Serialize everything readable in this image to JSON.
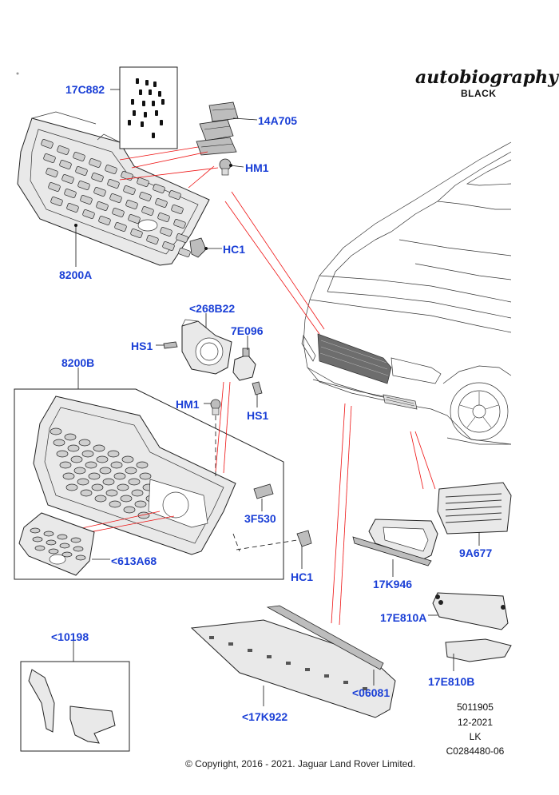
{
  "brand": {
    "logo_text": "autobiography",
    "logo_sub": "BLACK"
  },
  "callouts": {
    "c17C882": "17C882",
    "c14A705": "14A705",
    "cHM1_top": "HM1",
    "cHC1_top": "HC1",
    "c8200A": "8200A",
    "c268B22": "<268B22",
    "c7E096": "7E096",
    "cHS1_left": "HS1",
    "cHS1_right": "HS1",
    "c8200B": "8200B",
    "cHM1_mid": "HM1",
    "c3F530": "3F530",
    "c613A68": "<613A68",
    "cHC1_bottom": "HC1",
    "c10198": "<10198",
    "c17K946": "17K946",
    "c9A677": "9A677",
    "c17E810A": "17E810A",
    "c17E810B": "17E810B",
    "c06081": "<06081",
    "c17K922": "<17K922"
  },
  "info_block": {
    "line1": "5011905",
    "line2": "12-2021",
    "line3": "LK",
    "line4": "C0284480-06"
  },
  "footer": {
    "copyright": "© Copyright, 2016 - 2021. Jaguar Land Rover Limited."
  },
  "colors": {
    "callout": "#1a3fd6",
    "leader_red": "#e11111",
    "line": "#222222"
  }
}
